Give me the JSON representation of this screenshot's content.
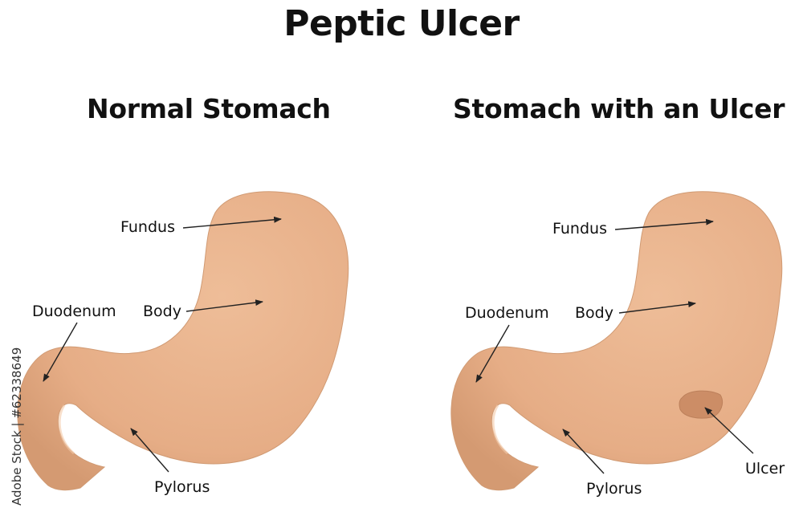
{
  "title": "Peptic Ulcer",
  "panels": {
    "left": {
      "heading": "Normal Stomach",
      "labels": {
        "fundus": "Fundus",
        "body": "Body",
        "duodenum": "Duodenum",
        "pylorus": "Pylorus"
      }
    },
    "right": {
      "heading": "Stomach with an Ulcer",
      "labels": {
        "fundus": "Fundus",
        "body": "Body",
        "duodenum": "Duodenum",
        "pylorus": "Pylorus",
        "ulcer": "Ulcer"
      }
    }
  },
  "watermark": "Adobe Stock | #62338649",
  "colors": {
    "stomach_fill": "#e9b48e",
    "stomach_shadow": "#d79c74",
    "ulcer_fill": "#c98a63",
    "arrow": "#222222"
  }
}
